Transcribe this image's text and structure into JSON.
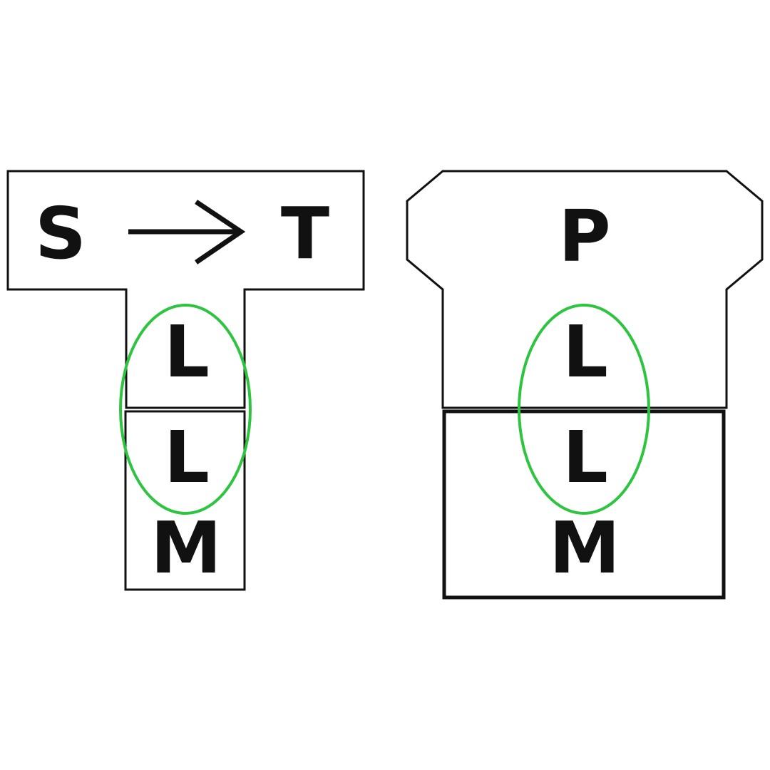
{
  "left_figure": {
    "source": "S",
    "target": "T",
    "upper_letter": "L",
    "lower_letter": "L",
    "bottom_letter": "M"
  },
  "right_figure": {
    "top_letter": "P",
    "upper_letter": "L",
    "lower_letter": "L",
    "bottom_letter": "M"
  },
  "colors": {
    "outline": "#111111",
    "highlight_oval": "#2ec440",
    "background": "#ffffff"
  }
}
